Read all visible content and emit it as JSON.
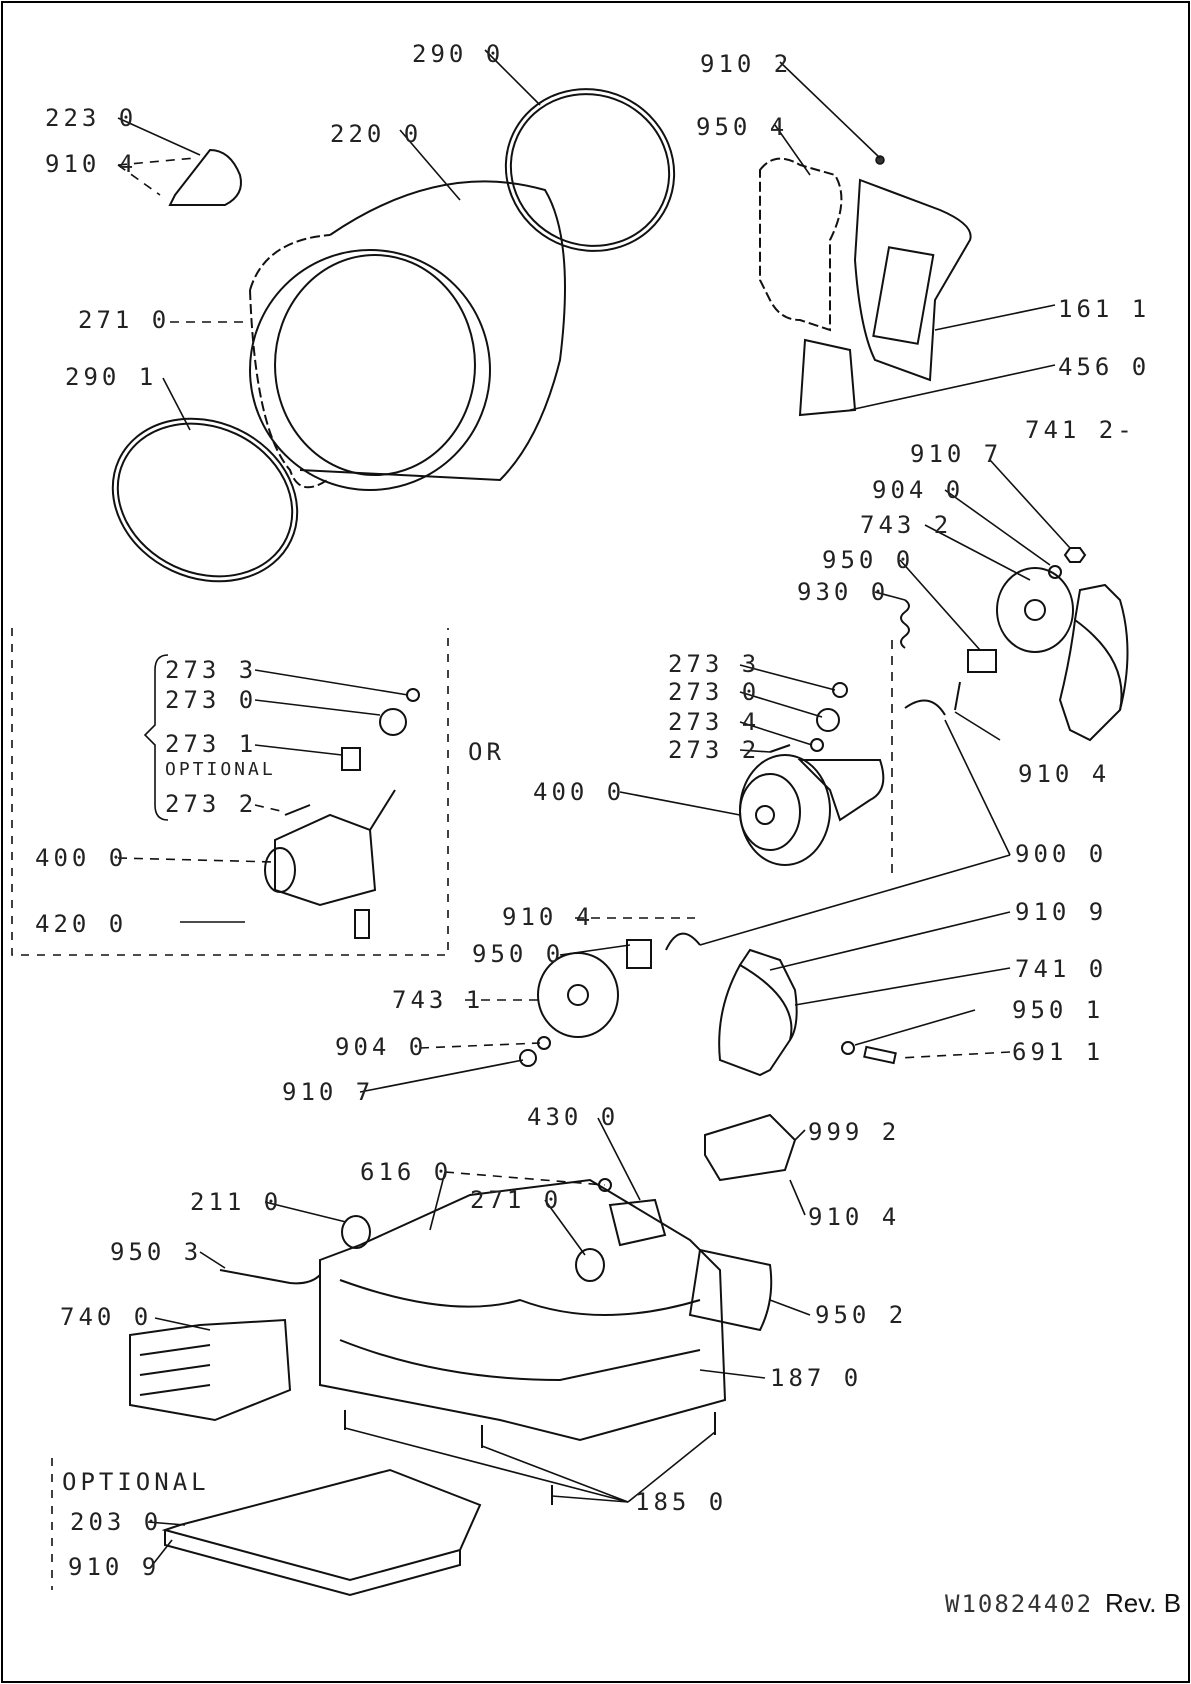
{
  "callouts": {
    "c290_top": "290 0",
    "c223": "223 0",
    "c910_4_a": "910 4",
    "c220": "220 0",
    "c271_a": "271 0",
    "c290_left": "290 1",
    "c910_2": "910 2",
    "c950_4": "950 4",
    "c161": "161 1",
    "c456": "456 0",
    "c741_2": "741 2-",
    "c910_7_a": "910 7",
    "c904_a": "904 0",
    "c743_2": "743 2",
    "c950_0_a": "950 0",
    "c930": "930 0",
    "c273_3_a": "273 3",
    "c273_0_a": "273 0",
    "c273_1": "273 1",
    "c optional_small": "OPTIONAL",
    "c273_2_a": "273 2",
    "c400_a": "400 0",
    "c420": "420 0",
    "c_or": "OR",
    "c273_3_b": "273 3",
    "c273_0_b": "273 0",
    "c273_4": "273 4",
    "c273_2_b": "273 2",
    "c400_b": "400 0",
    "c910_4_b": "910 4",
    "c900": "900 0",
    "c910_4_c": "910 4",
    "c910_9_a": "910 9",
    "c950_0_b": "950 0",
    "c741_0": "741 0",
    "c743_1": "743 1",
    "c950_1": "950 1",
    "c904_b": "904 0",
    "c691": "691 1",
    "c910_7_b": "910 7",
    "c430": "430 0",
    "c999_2": "999 2",
    "c616": "616 0",
    "c910_4_d": "910 4",
    "c211": "211 0",
    "c271_b": "271 0",
    "c950_3": "950 3",
    "c950_2": "950 2",
    "c740": "740 0",
    "c187": "187 0",
    "c185": "185 0",
    "c_optional": "OPTIONAL",
    "c203": "203 0",
    "c910_9_b": "910 9"
  },
  "footer": {
    "doc_number": "W10824402",
    "revision": "Rev. B"
  }
}
